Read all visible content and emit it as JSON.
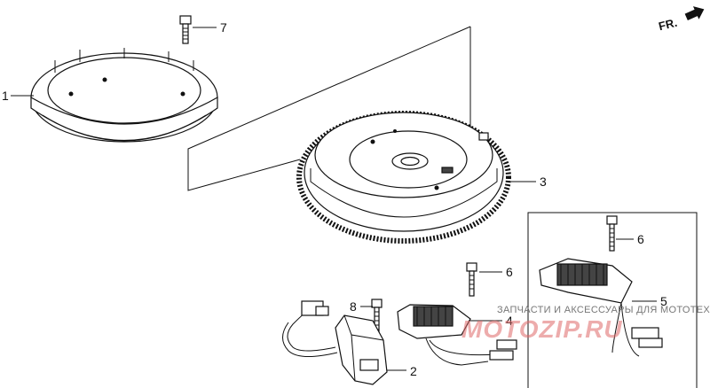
{
  "direction": {
    "label": "FR.",
    "icon": "arrow-right-icon"
  },
  "callouts": {
    "c1": "1",
    "c2": "2",
    "c3": "3",
    "c4": "4",
    "c5": "5",
    "c6a": "6",
    "c6b": "6",
    "c7": "7",
    "c8": "8"
  },
  "watermark": {
    "text": "ЗАПЧАСТИ И АКСЕССУАРЫ ДЛЯ МОТОТЕХНИКИ",
    "logo": "MOTOZIP.RU"
  },
  "colors": {
    "line": "#111111",
    "watermark_text": "#777777",
    "watermark_logo": "#e06a6a"
  }
}
